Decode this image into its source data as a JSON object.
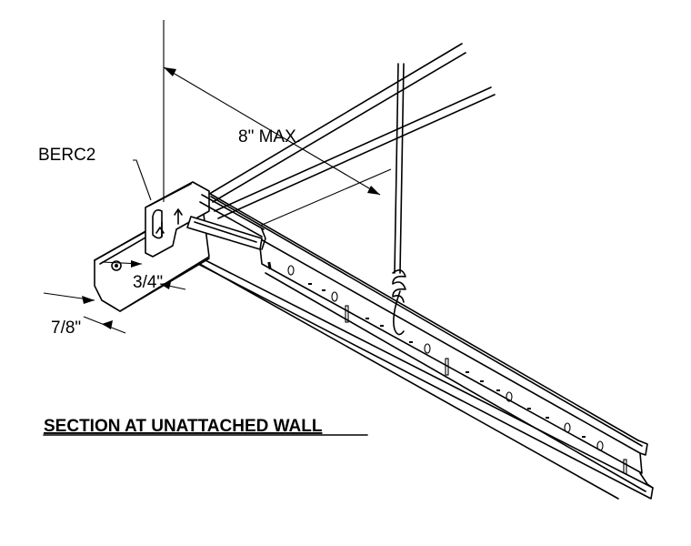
{
  "labels": {
    "part": "BERC2",
    "max_spacing": "8\" MAX.",
    "flange_offset": "3/4\"",
    "flange_width": "7/8\"",
    "title": "SECTION AT UNATTACHED WALL"
  },
  "colors": {
    "ink": "#000000",
    "paper": "#ffffff"
  }
}
